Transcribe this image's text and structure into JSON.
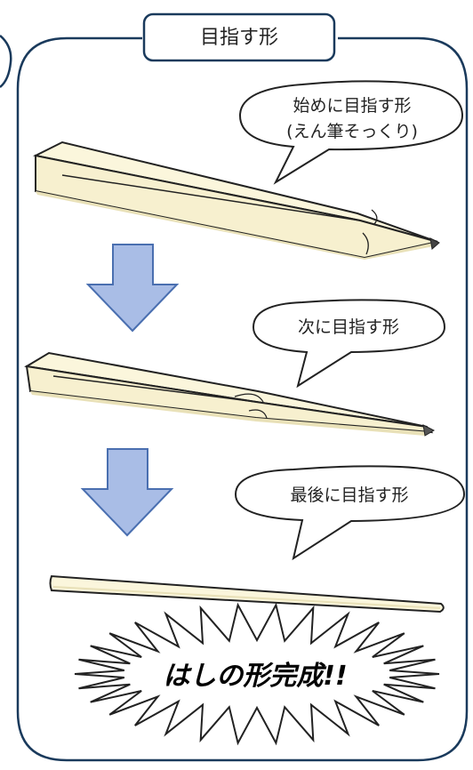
{
  "title": "目指す形",
  "stages": [
    {
      "bubble_lines": [
        "始めに目指す形",
        "(えん筆そっくり)"
      ]
    },
    {
      "bubble_lines": [
        "次に目指す形"
      ]
    },
    {
      "bubble_lines": [
        "最後に目指す形"
      ]
    }
  ],
  "burst_text": "はしの形完成!!",
  "colors": {
    "frame": "#1a3a5c",
    "wood": "#fbf6dc",
    "wood_shade": "#e9e1b8",
    "arrow_fill": "#a9bde6",
    "arrow_stroke": "#4a6fb0",
    "outline": "#222222"
  }
}
